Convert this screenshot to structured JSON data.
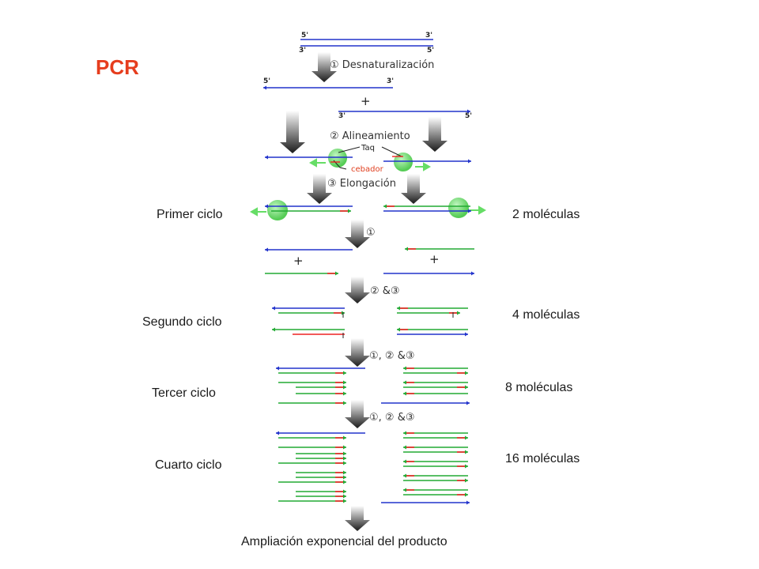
{
  "title": "PCR",
  "cycles": {
    "first": "Primer ciclo",
    "second": "Segundo ciclo",
    "third": "Tercer ciclo",
    "fourth": "Cuarto ciclo"
  },
  "molecules": {
    "first": "2 moléculas",
    "second": "4 moléculas",
    "third": "8 moléculas",
    "fourth": "16 moléculas"
  },
  "steps": {
    "denaturation": "① Desnaturalización",
    "annealing": "② Alineamiento",
    "elongation": "③ Elongación",
    "step1": "①",
    "step23": "② &③",
    "step123": "①, ② &③"
  },
  "labels": {
    "taq": "Taq",
    "primer": "cebador",
    "plus": "+",
    "five_prime": "5'",
    "three_prime": "3'"
  },
  "footer": "Ampliación exponencial del producto",
  "colors": {
    "template": "#2233cc",
    "new_strand": "#22aa33",
    "primer": "#ee2222",
    "title": "#e63d1e",
    "enzyme": "#66dd66"
  }
}
